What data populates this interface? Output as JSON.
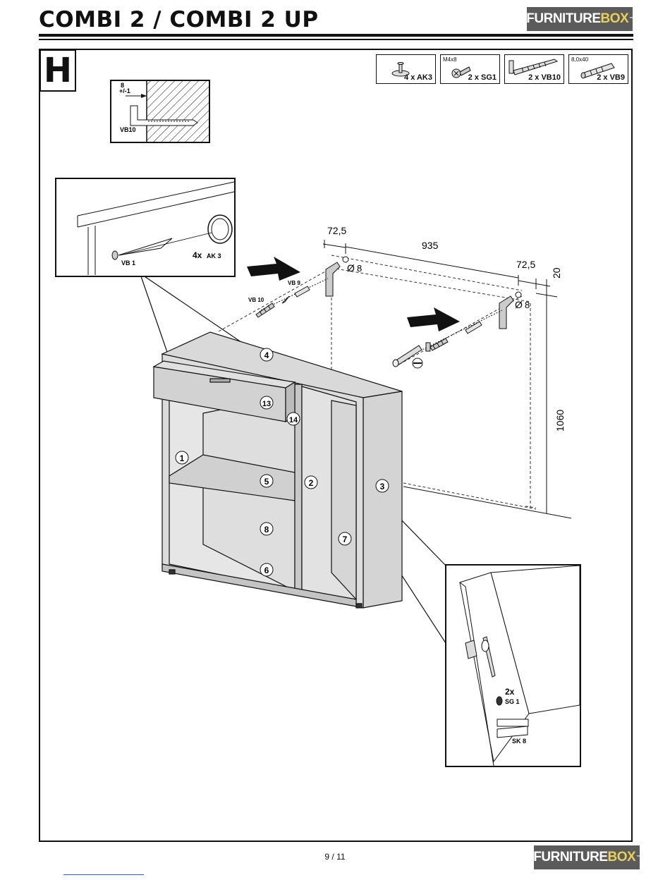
{
  "header": {
    "title": "COMBI 2 / COMBI 2 UP"
  },
  "brand": {
    "part1": "FURNITURE",
    "part2": "BOX",
    "tm": "™",
    "accent": "#e8cf5a",
    "bg": "#5b5b5b"
  },
  "step": {
    "letter": "H"
  },
  "parts": [
    {
      "qty": "4 x AK3",
      "dim": ""
    },
    {
      "qty": "2 x SG1",
      "dim": "M4x8"
    },
    {
      "qty": "2 x VB10",
      "dim": ""
    },
    {
      "qty": "2 x VB9",
      "dim": "8,0x40"
    }
  ],
  "detail_wall": {
    "offset": "8",
    "tolerance": "+/-1",
    "label": "VB10"
  },
  "detail_top": {
    "part": "VB 1",
    "count": "4x",
    "label": "AK 3"
  },
  "dimensions": {
    "left_offset": "72,5",
    "width": "935",
    "right_offset": "72,5",
    "top": "20",
    "height": "1060",
    "hole_left": "8",
    "hole_right": "8",
    "diameter_symbol": "Ø"
  },
  "hardware_labels": {
    "vb9": "VB 9",
    "vb10": "VB 10"
  },
  "panels": [
    "1",
    "2",
    "3",
    "4",
    "5",
    "6",
    "7",
    "8",
    "13",
    "14"
  ],
  "detail_drawer": {
    "count": "2x",
    "screw": "SG 1",
    "slide": "SK 8"
  },
  "footer": {
    "page": "9 / 11"
  }
}
